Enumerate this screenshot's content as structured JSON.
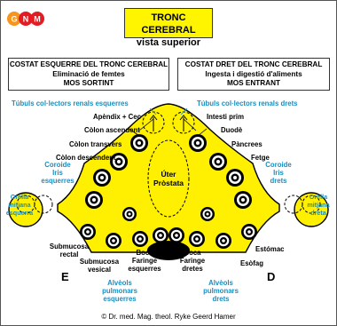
{
  "logo": {
    "letters": [
      "G",
      "N",
      "M"
    ],
    "colors": [
      "#f7941d",
      "#e31b23",
      "#e31b23"
    ]
  },
  "title": {
    "line1": "TRONC CEREBRAL",
    "line2": "vista superior"
  },
  "left_box": {
    "line1": "COSTAT ESQUERRE DEL TRONC CEREBRAL",
    "line2": "Eliminació de femtes",
    "line3": "MOS SORTINT"
  },
  "right_box": {
    "line1": "COSTAT DRET DEL TRONC CEREBRAL",
    "line2": "Ingesta i digestió d'aliments",
    "line3": "MOS ENTRANT"
  },
  "labels": {
    "tubuls_esq": "Túbuls col·lectors renals esquerres",
    "tubuls_dret": "Túbuls col·lectors renals drets",
    "apendix": "Apèndix + Cec",
    "colon_asc": "Còlon ascendent",
    "colon_trans": "Còlon transvers",
    "colon_desc": "Còlon descendent",
    "intesti": "Intesti prim",
    "duode": "Duodè",
    "pancrees": "Pàncrees",
    "fetge": "Fetge",
    "coroide_esq": [
      "Coroide",
      "Iris",
      "esquerres"
    ],
    "coroide_dret": [
      "Coroide",
      "Iris",
      "drets"
    ],
    "orella_esq": [
      "Orella",
      "mitjana",
      "esquerra"
    ],
    "orella_dret": [
      "Orella",
      "mitjana",
      "dreta"
    ],
    "uter": [
      "Úter",
      "Pròstata"
    ],
    "submucosa_rectal": [
      "Submucosa",
      "rectal"
    ],
    "submucosa_vesical": [
      "Submucosa",
      "vesical"
    ],
    "boca_esq": [
      "Boca",
      "Faringe",
      "esquerres"
    ],
    "boca_dret": [
      "Boca",
      "Faringe",
      "dretes"
    ],
    "esofag": "Esòfag",
    "estomac": "Estómac",
    "alveols_esq": [
      "Alvèols",
      "pulmonars",
      "esquerres"
    ],
    "alveols_dret": [
      "Alvèols",
      "pulmonars",
      "drets"
    ]
  },
  "sides": {
    "left": "E",
    "right": "D"
  },
  "colors": {
    "body": "#ffef00",
    "accent_blue": "#1a8ec0",
    "title_bg": "#fff500"
  },
  "copyright": "© Dr. med. Mag. theol. Ryke Geerd Hamer"
}
